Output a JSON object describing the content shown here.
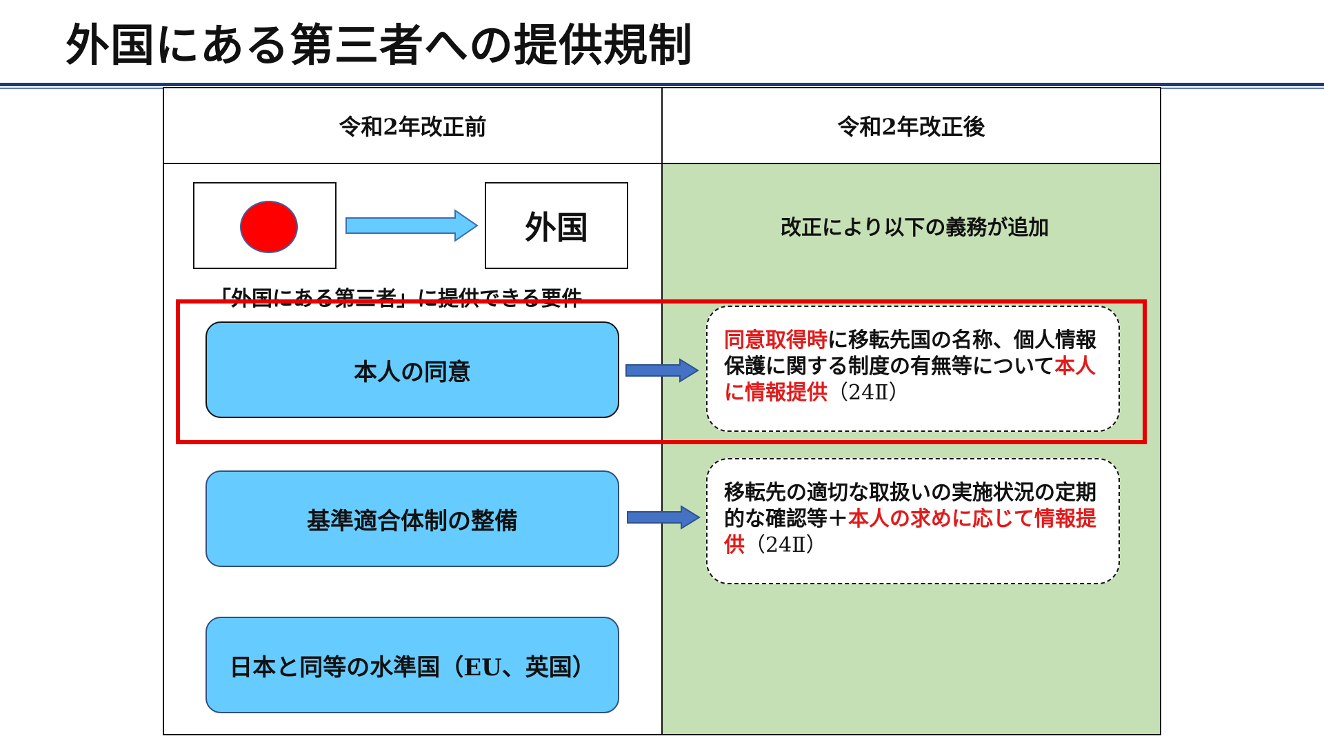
{
  "title": "外国にある第三者への提供規制",
  "columns": {
    "before": "令和2年改正前",
    "after": "令和2年改正後"
  },
  "flag": {
    "foreign_label": "外国"
  },
  "requirements_caption": "「外国にある第三者」に提供できる要件",
  "added_note": "改正により以下の義務が追加",
  "requirements": [
    "本人の同意",
    "基準適合体制の整備",
    "日本と同等の水準国（EU、英国）"
  ],
  "details": [
    {
      "red1": "同意取得時",
      "text1": "に移転先国の名称、個人情報保護に関する制度の有無等について",
      "red2": "本人に情報提供",
      "cite": "（24Ⅱ）"
    },
    {
      "text1": "移転先の適切な取扱いの実施状況の定期的な確認等＋",
      "red1": "本人の求めに応じて情報提供",
      "cite": "（24Ⅱ）"
    }
  ],
  "colors": {
    "title_rule": "#1f3b73",
    "right_column_bg": "#c5e0b4",
    "requirement_box": "#66ccff",
    "arrow": "#4472c4",
    "highlight": "#e60000",
    "red_text": "#e01b1b"
  }
}
